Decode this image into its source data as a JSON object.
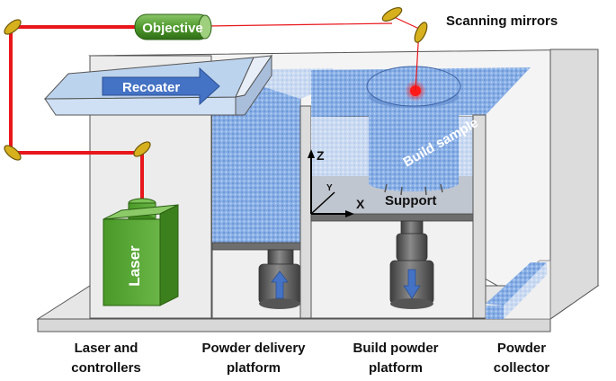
{
  "labels": {
    "objective": "Objective",
    "scanning_mirrors": "Scanning mirrors",
    "recoater": "Recoater",
    "laser": "Laser",
    "build_sample": "Build sample",
    "support": "Support",
    "axis_z": "Z",
    "axis_y": "Y",
    "axis_x": "X"
  },
  "captions": {
    "laser_controllers": [
      "Laser and",
      "controllers"
    ],
    "powder_delivery": [
      "Powder delivery",
      "platform"
    ],
    "build_powder": [
      "Build powder",
      "platform"
    ],
    "powder_collector": [
      "Powder",
      "collector"
    ]
  },
  "colors": {
    "laser_beam": "#e8161b",
    "laser_body": "#5fa63a",
    "objective": "#5fa63a",
    "mirror": "#d7b01e",
    "powder": "#7fa6e0",
    "arrow": "#4472c4",
    "frame": "#e8e8e8"
  }
}
